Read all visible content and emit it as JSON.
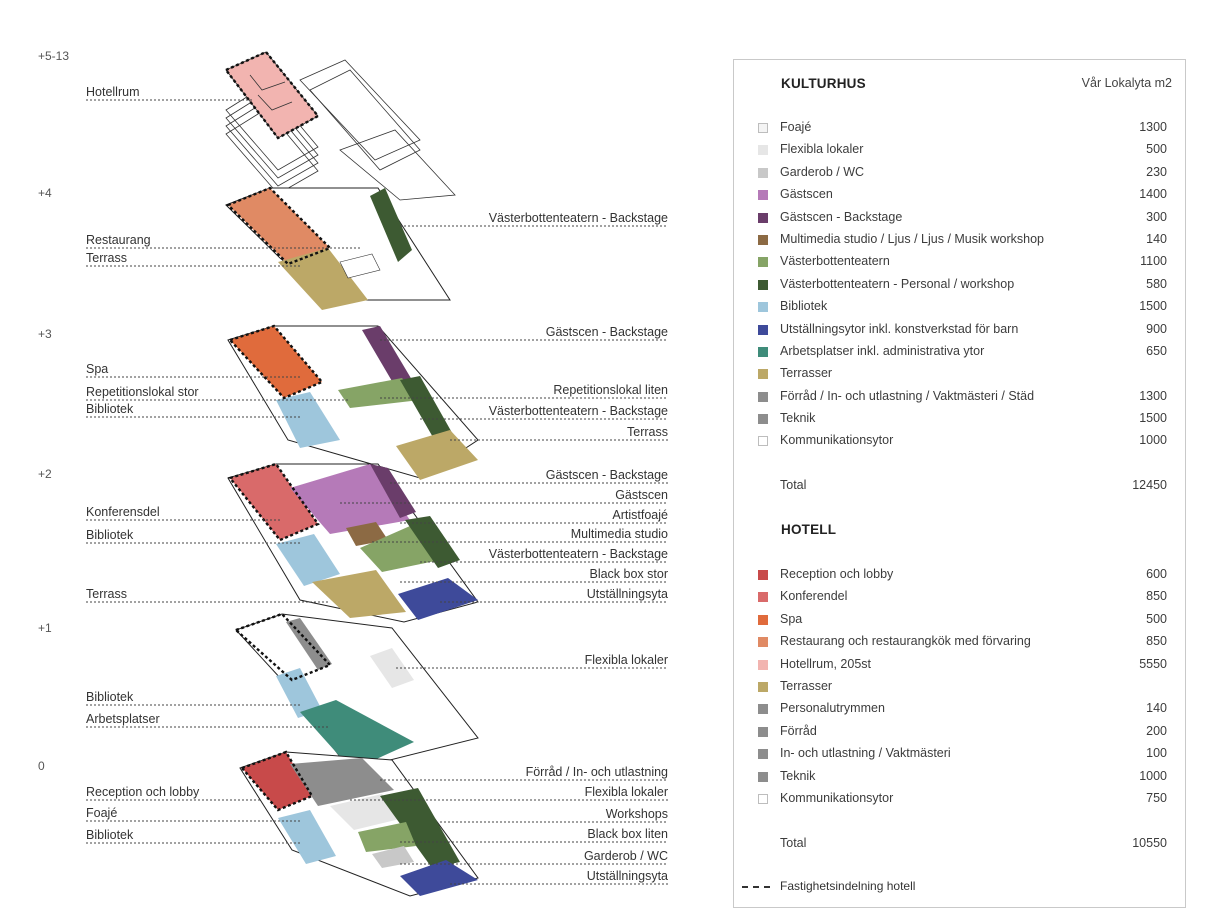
{
  "levels": [
    "+5-13",
    "+4",
    "+3",
    "+2",
    "+1",
    "0"
  ],
  "labels": {
    "hotellrum": "Hotellrum",
    "l4_backstage": "Västerbottenteatern - Backstage",
    "restaurang": "Restaurang",
    "l4_terrass": "Terrass",
    "l3_gastscen_backstage": "Gästscen - Backstage",
    "l3_spa": "Spa",
    "l3_rep_liten": "Repetitionslokal liten",
    "l3_rep_stor": "Repetitionslokal stor",
    "l3_backstage": "Västerbottenteatern - Backstage",
    "l3_bibliotek": "Bibliotek",
    "l3_terrass": "Terrass",
    "l2_gastscen_backstage": "Gästscen - Backstage",
    "l2_gastscen": "Gästscen",
    "l2_konferensdel": "Konferensdel",
    "l2_artistfoaje": "Artistfoajé",
    "l2_bibliotek": "Bibliotek",
    "l2_multimedia": "Multimedia studio",
    "l2_backstage": "Västerbottenteatern - Backstage",
    "l2_blackbox_stor": "Black box stor",
    "l2_terrass": "Terrass",
    "l2_utstallning": "Utställningsyta",
    "l1_flexibla": "Flexibla lokaler",
    "l1_bibliotek": "Bibliotek",
    "l1_arbetsplatser": "Arbetsplatser",
    "l0_forrad": "Förråd / In- och utlastning",
    "l0_reception": "Reception och lobby",
    "l0_flexibla": "Flexibla lokaler",
    "l0_foaje": "Foajé",
    "l0_workshops": "Workshops",
    "l0_bibliotek": "Bibliotek",
    "l0_blackbox_liten": "Black box liten",
    "l0_garderob": "Garderob / WC",
    "l0_utstallning": "Utställningsyta"
  },
  "colors": {
    "hotel_red": "#c84a4a",
    "konferens": "#d96a6a",
    "spa": "#e06b3c",
    "restaurang": "#e08a64",
    "hotellrum": "#f2b4b0",
    "terrass": "#bca867",
    "bibliotek": "#9ec6dc",
    "arbetsplatser": "#3f8c7a",
    "gastscen": "#b57ab8",
    "gastscen_backstage": "#6a3d6a",
    "multimedia": "#8c6a44",
    "vbt": "#86a466",
    "vbt_personal": "#3d5a32",
    "utstallning": "#3e4a9a",
    "grey": "#8d8d8d",
    "light_grey": "#d9d9d9",
    "pale": "#eef0f1"
  },
  "legend": {
    "kulturhus_title": "KULTURHUS",
    "column_header": "Vår Lokalyta m2",
    "kulturhus_items": [
      {
        "label": "Foajé",
        "value": "1300",
        "color": "#f4f4f4"
      },
      {
        "label": "Flexibla lokaler",
        "value": "500",
        "color": "#e6e6e6"
      },
      {
        "label": "Garderob / WC",
        "value": "230",
        "color": "#c8c8c8"
      },
      {
        "label": "Gästscen",
        "value": "1400",
        "color": "#b57ab8"
      },
      {
        "label": "Gästscen - Backstage",
        "value": "300",
        "color": "#6a3d6a"
      },
      {
        "label": "Multimedia studio / Ljus / Ljus / Musik workshop",
        "value": "140",
        "color": "#8c6a44"
      },
      {
        "label": "Västerbottenteatern",
        "value": "1100",
        "color": "#86a466"
      },
      {
        "label": "Västerbottenteatern - Personal  / workshop",
        "value": "580",
        "color": "#3d5a32"
      },
      {
        "label": "Bibliotek",
        "value": "1500",
        "color": "#9ec6dc"
      },
      {
        "label": "Utställningsytor inkl. konstverkstad för barn",
        "value": "900",
        "color": "#3e4a9a"
      },
      {
        "label": "Arbetsplatser inkl. administrativa ytor",
        "value": "650",
        "color": "#3f8c7a"
      },
      {
        "label": "Terrasser",
        "value": "",
        "color": "#bca867"
      },
      {
        "label": "Förråd / In- och utlastning / Vaktmästeri / Städ",
        "value": "1300",
        "color": "#8d8d8d"
      },
      {
        "label": "Teknik",
        "value": "1500",
        "color": "#8d8d8d"
      },
      {
        "label": "Kommunikationsytor",
        "value": "1000",
        "color": "#ffffff"
      }
    ],
    "kulturhus_total_label": "Total",
    "kulturhus_total": "12450",
    "hotell_title": "HOTELL",
    "hotell_items": [
      {
        "label": "Reception och lobby",
        "value": "600",
        "color": "#c84a4a"
      },
      {
        "label": "Konferendel",
        "value": "850",
        "color": "#d96a6a"
      },
      {
        "label": "Spa",
        "value": "500",
        "color": "#e06b3c"
      },
      {
        "label": "Restaurang och restaurangkök med förvaring",
        "value": "850",
        "color": "#e08a64"
      },
      {
        "label": "Hotellrum, 205st",
        "value": "5550",
        "color": "#f2b4b0"
      },
      {
        "label": "Terrasser",
        "value": "",
        "color": "#bca867"
      },
      {
        "label": "Personalutrymmen",
        "value": "140",
        "color": "#8d8d8d"
      },
      {
        "label": "Förråd",
        "value": "200",
        "color": "#8d8d8d"
      },
      {
        "label": "In- och utlastning / Vaktmästeri",
        "value": "100",
        "color": "#8d8d8d"
      },
      {
        "label": "Teknik",
        "value": "1000",
        "color": "#8d8d8d"
      },
      {
        "label": "Kommunikationsytor",
        "value": "750",
        "color": "#ffffff"
      }
    ],
    "hotell_total_label": "Total",
    "hotell_total": "10550",
    "footnote": "Fastighetsindelning hotell"
  }
}
